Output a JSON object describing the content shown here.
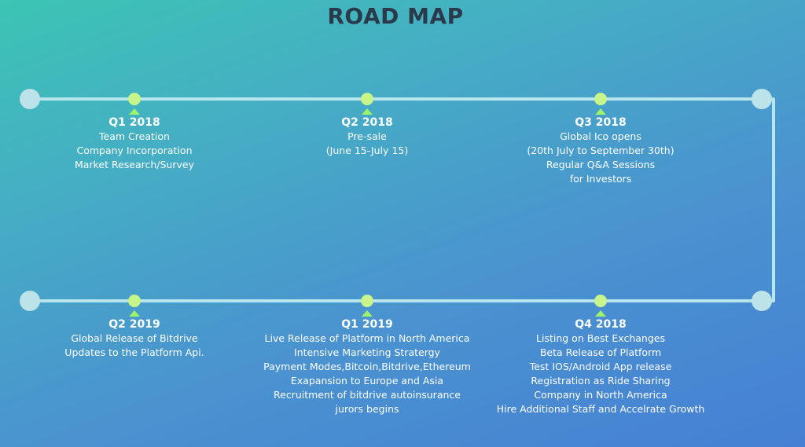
{
  "title": "ROAD MAP",
  "colors": {
    "line": "#b8e6ee",
    "endpoint": "#bde3ea",
    "milestone_dot": "#c8f58a",
    "arrow": "#9ef36b",
    "title": "#2a3a4a"
  },
  "milestones": [
    {
      "quarter": "Q1 2018",
      "items": [
        "Team Creation",
        "Company Incorporation",
        "Market Research/Survey"
      ]
    },
    {
      "quarter": "Q2 2018",
      "items": [
        "Pre-sale",
        "(June 15-July 15)"
      ]
    },
    {
      "quarter": "Q3 2018",
      "items": [
        "Global Ico opens",
        "(20th July to September 30th)",
        "Regular Q&A Sessions",
        "for Investors"
      ]
    },
    {
      "quarter": "Q2 2019",
      "items": [
        "Global Release of Bitdrive",
        "Updates to the Platform Api."
      ]
    },
    {
      "quarter": "Q1 2019",
      "items": [
        "Live Release of Platform in North America",
        "Intensive Marketing Stratergy",
        "Payment Modes,Bitcoin,Bitdrive,Ethereum",
        "Exapansion to Europe and Asia",
        "Recruitment of bitdrive autoinsurance",
        "jurors begins"
      ]
    },
    {
      "quarter": "Q4 2018",
      "items": [
        "Listing on Best Exchanges",
        "Beta Release of Platform",
        "Test IOS/Android App release",
        "Registration as Ride Sharing",
        "Company in North America",
        "Hire Additional Staff and Accelrate Growth"
      ]
    }
  ]
}
